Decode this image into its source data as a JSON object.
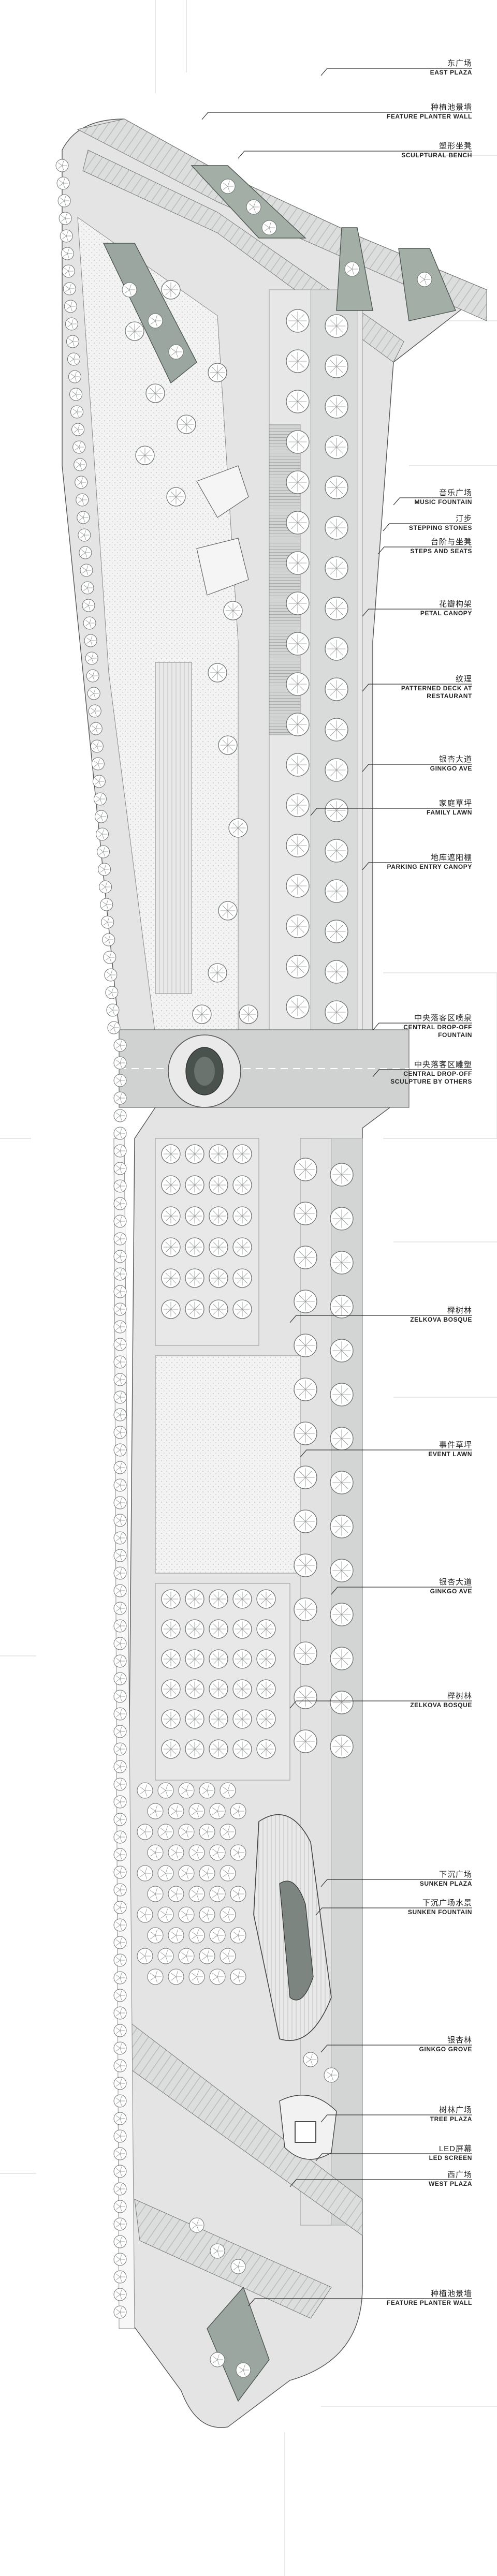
{
  "colors": {
    "background": "#ffffff",
    "paving": "#e2e3e2",
    "paving_dark": "#c9cbca",
    "lawn": "#f1f2f1",
    "road": "#d4d6d5",
    "tree_fill": "#ffffff",
    "tree_stroke": "#6c746f",
    "planter_green": "#8e9c93",
    "line": "#333333"
  },
  "labels": [
    {
      "cn": "东广场",
      "en": "EAST PLAZA"
    },
    {
      "cn": "种植池景墙",
      "en": "FEATURE PLANTER WALL"
    },
    {
      "cn": "塑形坐凳",
      "en": "SCULPTURAL BENCH"
    },
    {
      "cn": "音乐广场",
      "en": "MUSIC FOUNTAIN"
    },
    {
      "cn": "汀步",
      "en": "STEPPING STONES"
    },
    {
      "cn": "台阶与坐凳",
      "en": "STEPS AND SEATS"
    },
    {
      "cn": "花瓣构架",
      "en": "PETAL CANOPY"
    },
    {
      "cn": "纹理",
      "en": "PATTERNED DECK AT RESTAURANT"
    },
    {
      "cn": "银杏大道",
      "en": "GINKGO AVE"
    },
    {
      "cn": "家庭草坪",
      "en": "FAMILY LAWN"
    },
    {
      "cn": "地库遮阳棚",
      "en": "PARKING ENTRY CANOPY"
    },
    {
      "cn": "中央落客区喷泉",
      "en": "CENTRAL DROP-OFF FOUNTAIN"
    },
    {
      "cn": "中央落客区雕塑",
      "en": "CENTRAL DROP-OFF SCULPTURE BY OTHERS"
    },
    {
      "cn": "榉树林",
      "en": "ZELKOVA BOSQUE"
    },
    {
      "cn": "事件草坪",
      "en": "EVENT LAWN"
    },
    {
      "cn": "银杏大道",
      "en": "GINKGO AVE"
    },
    {
      "cn": "榉树林",
      "en": "ZELKOVA BOSQUE"
    },
    {
      "cn": "下沉广场",
      "en": "SUNKEN PLAZA"
    },
    {
      "cn": "下沉广场水景",
      "en": "SUNKEN FOUNTAIN"
    },
    {
      "cn": "银杏林",
      "en": "GINKGO GROVE"
    },
    {
      "cn": "树林广场",
      "en": "TREE PLAZA"
    },
    {
      "cn": "LED屏幕",
      "en": "LED SCREEN"
    },
    {
      "cn": "西广场",
      "en": "WEST PLAZA"
    },
    {
      "cn": "种植池景墙",
      "en": "FEATURE PLANTER WALL"
    }
  ]
}
